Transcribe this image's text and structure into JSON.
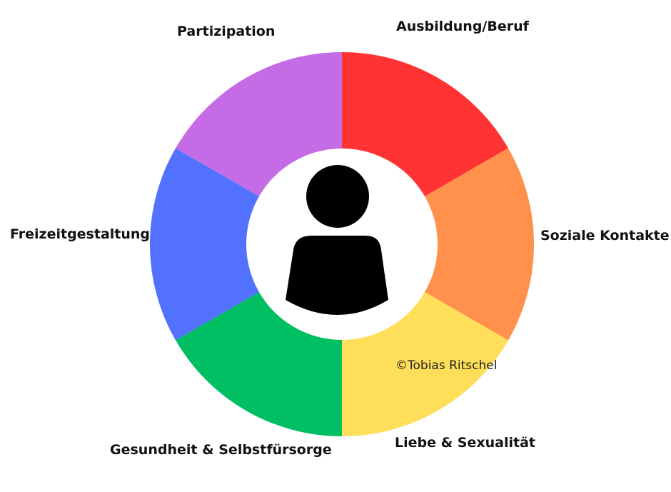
{
  "segments": [
    {
      "label": "Ausbildung/Beruf",
      "color": "#ff3333"
    },
    {
      "label": "Soziale Kontakte",
      "color": "#ff914d"
    },
    {
      "label": "Liebe & Sexualität",
      "color": "#ffde59"
    },
    {
      "label": "Gesundheit & Selbstfürsorge",
      "color": "#00bf63"
    },
    {
      "label": "Freizeitgestaltung",
      "color": "#5271ff"
    },
    {
      "label": "Partizipation",
      "color": "#c66be6"
    }
  ],
  "center": {
    "icon": "person-icon",
    "icon_color": "#000000",
    "background": "#ffffff"
  },
  "credit": "©Tobias Ritschel"
}
